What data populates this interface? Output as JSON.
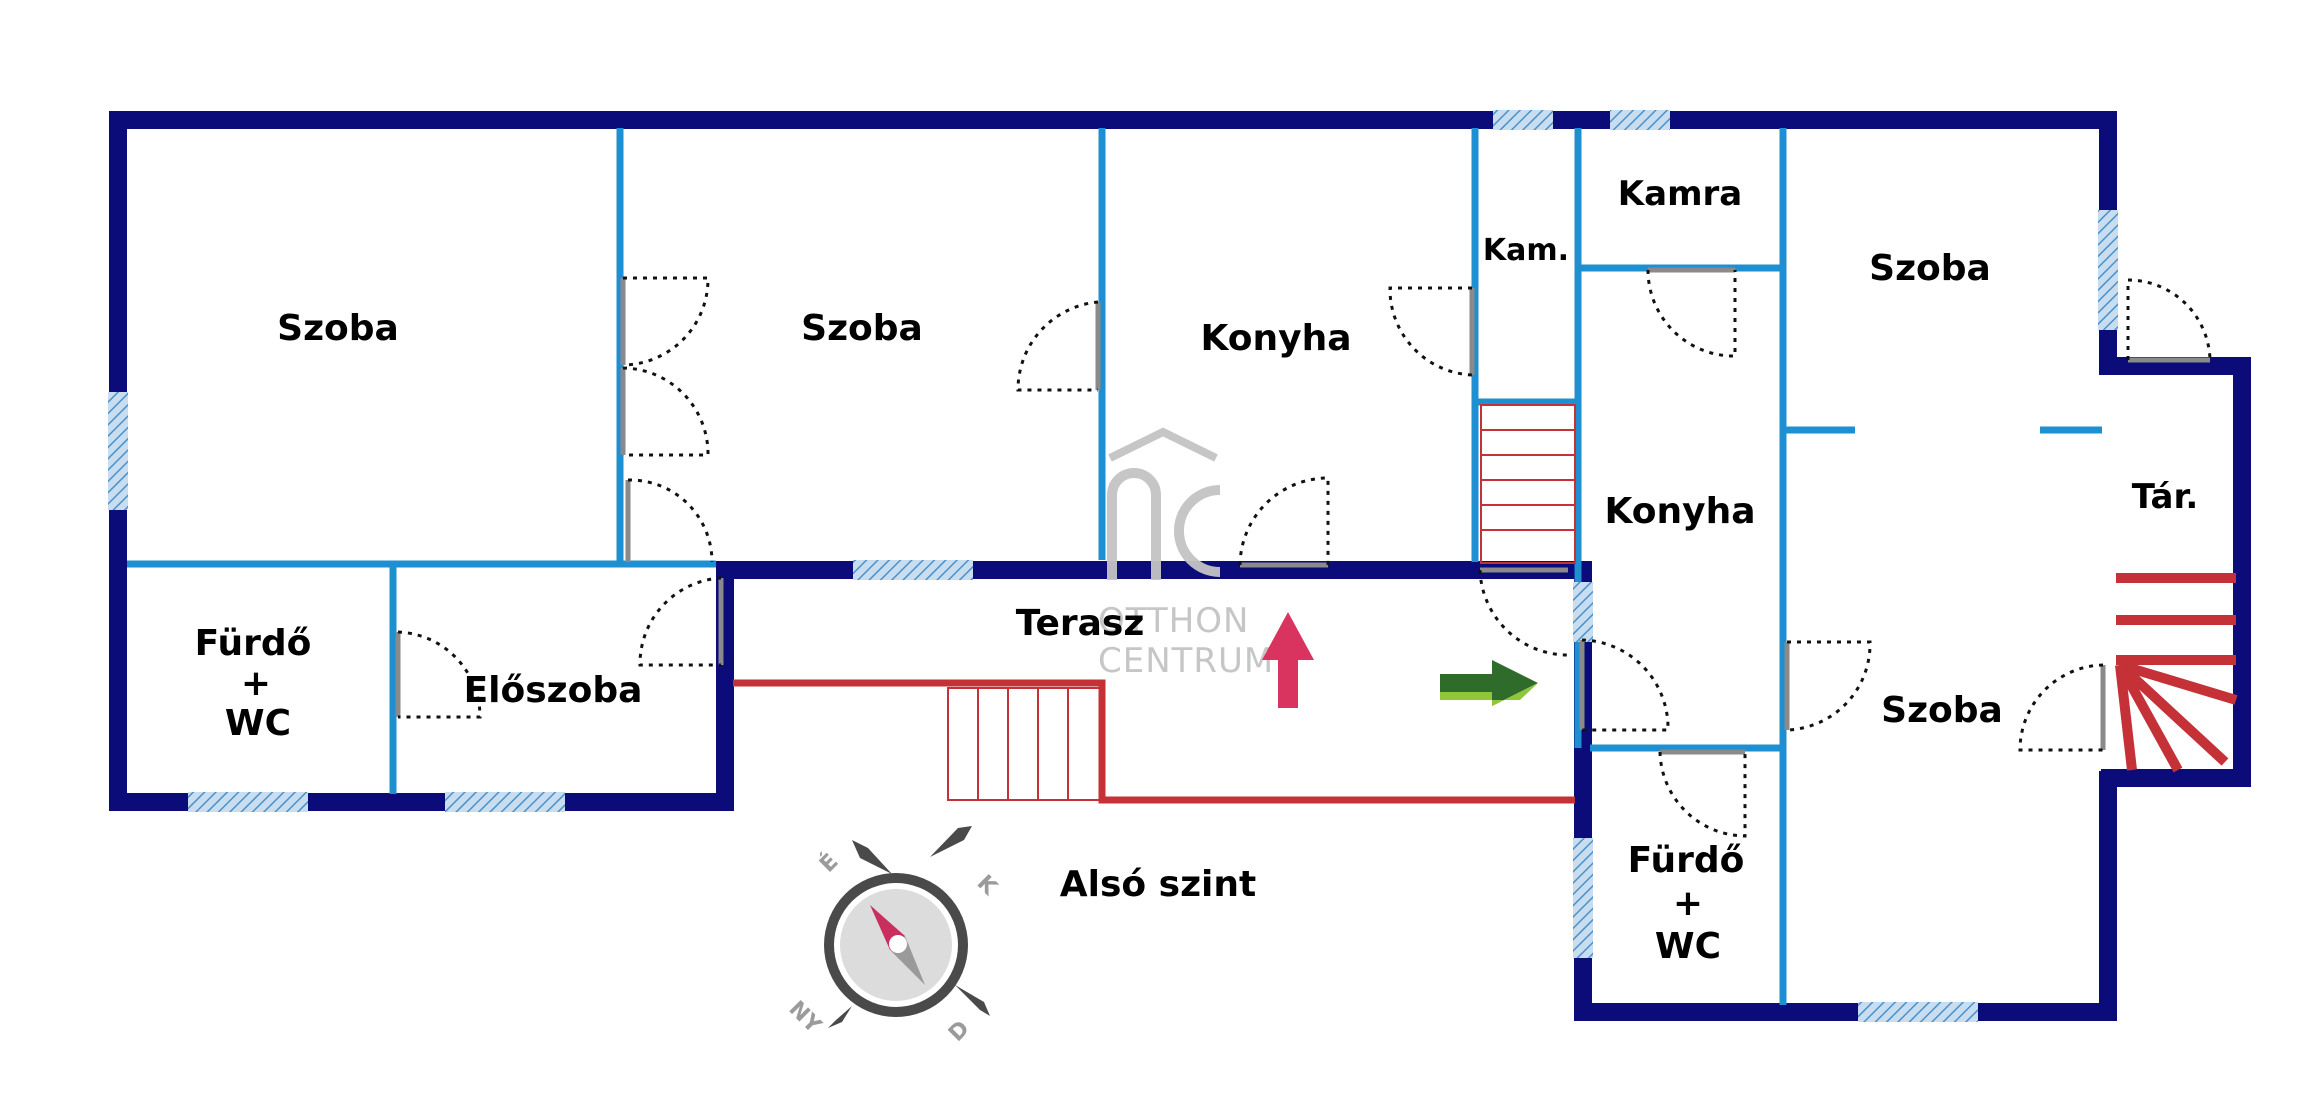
{
  "colors": {
    "outer_wall": "#0b0b7a",
    "inner_wall": "#1e8fd0",
    "stairs": "#c43137",
    "entrance_arrow": "#d8345f",
    "green_arrow": "#2f6b2b",
    "watermark": "#c4c4c4"
  },
  "rooms": {
    "szoba_1": "Szoba",
    "szoba_2": "Szoba",
    "konyha_1": "Konyha",
    "kam": "Kam.",
    "kamra": "Kamra",
    "szoba_3": "Szoba",
    "furdo_1_line1": "Fürdő",
    "furdo_1_line2": "+",
    "furdo_1_line3": "WC",
    "eloszoba": "Előszoba",
    "terasz": "Terasz",
    "konyha_2": "Konyha",
    "tar": "Tár.",
    "szoba_4": "Szoba",
    "furdo_2_line1": "Fürdő",
    "furdo_2_line2": "+",
    "furdo_2_line3": "WC"
  },
  "level_label": "Alsó szint",
  "watermark": {
    "line1": "OTTHON",
    "line2": "CENTRUM"
  },
  "compass": {
    "north": "É",
    "east": "K",
    "south": "D",
    "west": "NY",
    "icon": "compass-icon"
  },
  "icons": {
    "entrance": "entrance-arrow-icon",
    "direction": "green-arrow-icon"
  }
}
